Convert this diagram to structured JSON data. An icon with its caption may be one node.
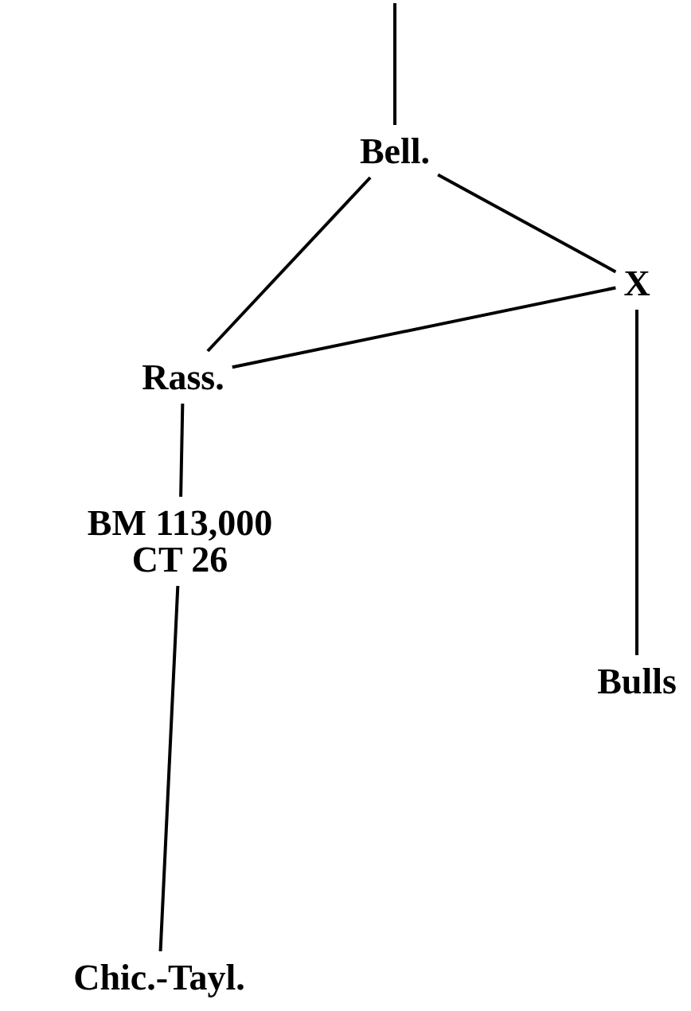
{
  "diagram": {
    "nodes": [
      {
        "text": [
          "Bell."
        ]
      },
      {
        "text": [
          "X"
        ]
      },
      {
        "text": [
          "Rass."
        ]
      },
      {
        "text": [
          "BM 113,000 CT 26"
        ]
      },
      {
        "text": [
          "Bulls"
        ]
      },
      {
        "text": [
          "Chic.-Tayl."
        ]
      }
    ],
    "edges": [
      {
        "from": null,
        "to": 0,
        "arrow": "none"
      },
      {
        "from": 0,
        "to": 2,
        "arrow": "none"
      },
      {
        "from": 0,
        "to": 1,
        "arrow": "none"
      },
      {
        "from": 1,
        "to": 2,
        "arrow": "none"
      },
      {
        "from": 2,
        "to": 3,
        "arrow": "none"
      },
      {
        "from": 3,
        "to": 5,
        "arrow": "none"
      },
      {
        "from": 1,
        "to": 4,
        "arrow": "none"
      }
    ]
  }
}
